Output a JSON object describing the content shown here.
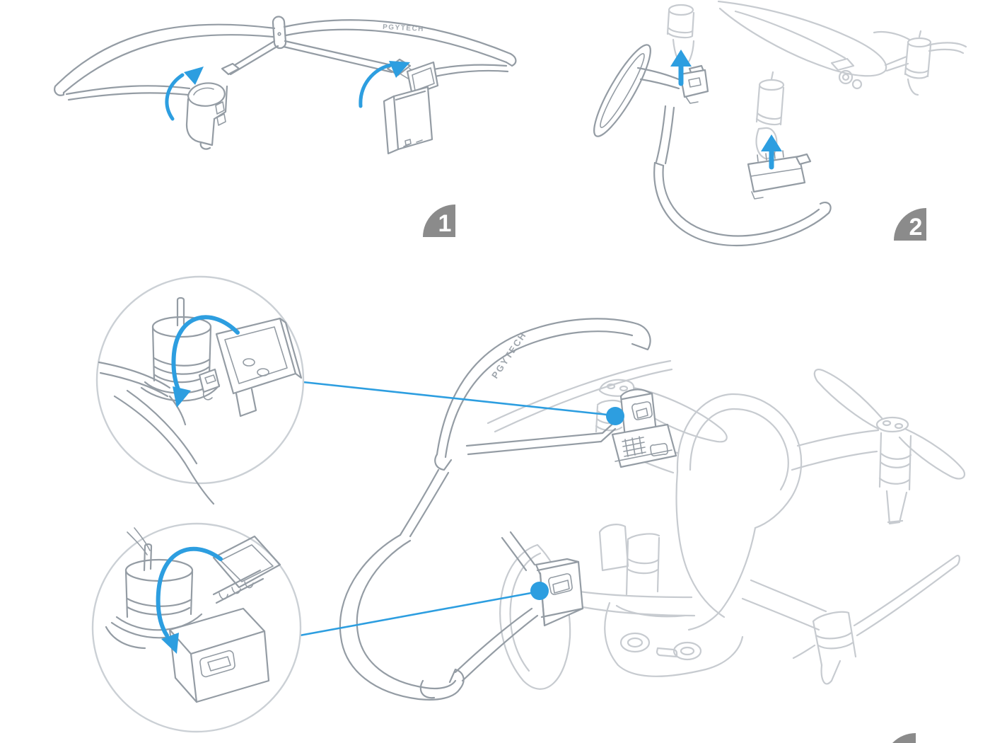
{
  "brand_label": "PGYTECH",
  "steps": {
    "step1": "1",
    "step2": "2"
  },
  "colors": {
    "accent": "#2D9EE0",
    "line": "#949CA4",
    "light": "#C7CBD0",
    "badge": "#8B8B8B",
    "badge_text": "#FFFFFF",
    "callout": "#CBD0D5"
  }
}
